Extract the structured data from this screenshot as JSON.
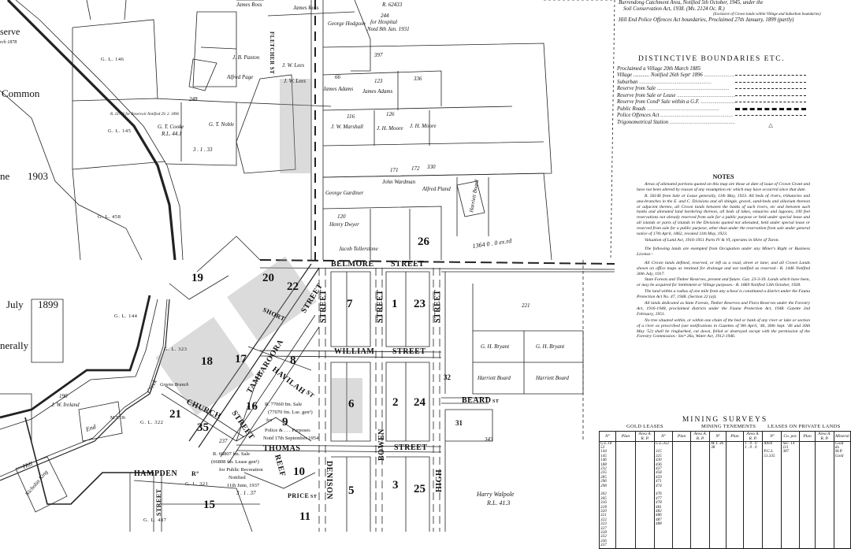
{
  "map": {
    "edge_labels": {
      "reserve": "serve",
      "reserve_date": "rch 1878",
      "common": "Common",
      "ne1903": "ne",
      "y1903": "1903",
      "july": "July",
      "y1899": "1899",
      "generally": "nerally"
    },
    "grazing_leases": [
      "G. L. 146",
      "G. L. 145",
      "G. L. 458",
      "G. L. 144",
      "G. L. 323",
      "G. L. 322",
      "G. L. 321",
      "G. L. 487"
    ],
    "sections": [
      "15",
      "16",
      "17",
      "18",
      "19",
      "20",
      "21",
      "35",
      "8",
      "9",
      "10",
      "11",
      "5",
      "6",
      "7",
      "1",
      "2",
      "3",
      "22",
      "23",
      "24",
      "25",
      "26",
      "32",
      "31"
    ],
    "streets": {
      "belmore": "BELMORE",
      "belmore_street": "STREET",
      "william": "WILLIAM",
      "william_street": "STREET",
      "thomas": "THOMAS",
      "thomas_street": "STREET",
      "beard": "BEARD",
      "beard_st": "ST",
      "tambaroora": "TAMBAROORA",
      "tambaroora_street": "STREET",
      "havilah": "HAVILAH",
      "havilah_st": "ST",
      "church": "CHURCH",
      "short": "SHORT",
      "reef": "REEF",
      "reef_street": "STREET",
      "price": "PRICE",
      "price_st": "ST",
      "denison": "DENISON",
      "bowen": "BOWEN",
      "high": "HIGH",
      "street_v1": "STREET",
      "street_v2": "STREET",
      "street_v3": "STREET",
      "hampden": "HAMPDEN",
      "hampden_rd": "Rº",
      "hampden_street": "STREET",
      "fletcher": "FLETCHER ST"
    },
    "features": {
      "creek": "Creek",
      "greens_branch": "Greens Branch",
      "hill": "Hill",
      "end": "End",
      "mt": "M.T. 36",
      "road_ex": "1364  0 . 0  ex.rd"
    },
    "parcels": {
      "james_ross_1": "James Ross",
      "james_ross_2": "James Ross",
      "paxton": "J. B. Paxton",
      "page": "Alfred Page",
      "lees_1": "J. W. Lees",
      "lees_2": "J. W. Lees",
      "adams_1": "James Adams",
      "adams_2": "James Adams",
      "marshall": "J. W. Marshall",
      "moore_1": "J. H. Moore",
      "moore_2": "J. H. Moore",
      "cooke": "G. T. Cooke",
      "cooke_rl": "R.L. 44.1",
      "noble": "G. T. Noble",
      "gardiner": "George Gardiner",
      "wardman": "John Wardman",
      "pland": "Alfred Pland",
      "dwyer": "Henry Dwyer",
      "tollerstone": "Jacob Tollerstone",
      "hodgson": "George Hodgson",
      "hospital_no": "244",
      "hospital": "for Hospital",
      "hospital_date": "Notd 8th Jan. 1931",
      "r62433": "R. 62433",
      "walpole": "Harry Walpole",
      "walpole_rl": "R.L. 41.3",
      "bryant_1": "G. H. Bryant",
      "bryant_2": "G. H. Bryant",
      "board_1": "Harriett Board",
      "board_2": "Harriett Board",
      "board_3": "Harriett Board",
      "ireland": "J. W. Ireland",
      "king": "Nicholas King",
      "reservoir": "R. 23776 for Reservoir Notified 29. 2. 1896",
      "p221": "221",
      "p343": "343",
      "p397": "397",
      "p66": "66",
      "p123": "123",
      "p336": "336",
      "p116": "116",
      "p126": "126",
      "p171": "171",
      "p172": "172",
      "p330": "330",
      "p120": "120",
      "p237": "237",
      "p190": "190",
      "p248": "248",
      "area_1": "3 . 1 . 33",
      "area_2": "3 . 1 . 37",
      "r77060_1": "R. 77060 fm. Sale",
      "r77060_2": "(77070 fm. Lse. gen¹)",
      "r77060_3": "for",
      "r77060_4": "Police & . . . Purposes",
      "r77060_5": "Notd 17th September 1954",
      "r66807_1": "R. 66807 fm. Sale",
      "r66807_2": "(66808 fm. Lease gen¹)",
      "r66807_3": "for Public Recreation",
      "r66807_4": "Notified",
      "r66807_5": "11th June, 1937"
    }
  },
  "header_notes": [
    "Burrendong Catchment Area, Notified 5th October, 1945, under the",
    "Soil Conservation Act, 1938. (Ms. 2124 Oc. R.)",
    "(Exclusive of Crown lands within Village and Suburban boundaries)",
    "Hill End Police Offences Act boundaries, Proclaimed 27th January, 1899 (partly)"
  ],
  "boundaries": {
    "title": "DISTINCTIVE BOUNDARIES ETC.",
    "proclaimed": "Proclaimed a Village 20th March 1885",
    "rows": [
      {
        "label": "Village ............ Notified 26th Septʳ 1896",
        "style": "dash"
      },
      {
        "label": "Suburban",
        "style": "dash"
      },
      {
        "label": "Reserve from Sale",
        "style": "dash"
      },
      {
        "label": "Reserve from Sale or Lease",
        "style": "dash"
      },
      {
        "label": "Reserve from Cond¹ Sale within a G.F.",
        "style": "dash"
      },
      {
        "label": "Public Roads",
        "style": "thick"
      },
      {
        "label": "Police Offences Act",
        "style": "dash"
      },
      {
        "label": "Trigonometrical Station",
        "style": "triangle"
      }
    ],
    "triangle": "△"
  },
  "notes": {
    "title": "NOTES",
    "paragraphs": [
      "Areas of alienated portions quoted on this map are those at date of issue of Crown Grant and have not been altered by reason of any resumption etc which may have occurred since that date.",
      "R. 56146 from Sale or Lease generally, 11th May, 1923. All beds of rivers, tributaries and ana-branches in the E. and C. Divisions and all shingle, gravel, sand-beds and alluvium thereon or adjacent thereto, all Crown lands between the banks of such rivers, etc and between such banks and alienated land bordering thereon, all beds of lakes, estuaries and lagoons, 100 feet reservations not already reserved from sale for a public purpose or held under special lease and all islands or parts of islands in the Divisions quoted not alienated, held under special lease or reserved from sale for a public purpose, other than under the reservation from sale under general notice of 17th April, 1862, revoked 11th May, 1923.",
      "Valuation of Land Act, 1916-1951 Parts IV & VI, operates in Shire of Turon.",
      "The following lands are exempted from Occupation under any Miner's Right or Business License:-",
      "All Crown lands defined, reserved, or left as a road, street or lane; and all Crown Lands shown on office maps as retained for drainage and not notified as reserved.- R. 1446 Notified 30th July, 1917.",
      "State Forests and Timber Reserves, present and future. Gaz. 23-3-39. Lands which have been, or may be acquired for Settlement or Village purposes.- R. 1869 Notified 13th October, 1928.",
      "The land within a radius of one mile from any school is constituted a district under the Fauna Protection Act No. 47, 1948. (Section 22 (a)).",
      "All lands dedicated as State Forests, Timber Reserves and Flora Reserves under the Forestry Act, 1916-1948, proclaimed districts under the Fauna Protection Act, 1948. Gazette 2nd February, 1951.",
      "No tree situated within, or within one chain of the bed or bank of any river or lake or section of a river as prescribed (see notifications in Gazettes of 9th April, '46, 30th Sept. '46 and 30th May '52) shall be ringbarked, cut down, felled or destroyed except with the permission of the Forestry Commission.- Secⁿ 26a, Water Act, 1912-1946."
    ]
  },
  "mining": {
    "title": "MINING   SURVEYS",
    "gold_leases": "GOLD LEASES",
    "mining_tenements": "MINING TENEMENTS",
    "private_lands": "LEASES ON PRIVATE LANDS",
    "columns": [
      "Nº",
      "Plan",
      "Area A. R. P.",
      "Nº",
      "Plan",
      "Area A. R. P.",
      "Nº",
      "Plan",
      "Area A. R. P.",
      "Nº",
      "Co. por.",
      "Plan",
      "Area A. R. P.",
      "Mineral"
    ],
    "col_gl_no": "G.L.18\n53\n144\n145\n146\n188\n232\n235\n285\n296\n298\n\n302\n305\n316\n318\n320\n321\n322\n323\n327\n328\n332\n336\n337",
    "col_gl_no2": "G.L.352\n\n315\n325\n430\n436\n437\n458\n459\n471\n474\n\n476\n477\n478\n481\n482\n486\n487\n488",
    "col_mt_no": "M.T. 36\n38",
    "col_mt_area": "1 . 0 . 0\n1 . 0 . 0",
    "col_pl_no": "Allen\n\nP.G.L.\n51.335",
    "col_pl_por": "Sec. 14\n111\n387",
    "col_pl_mineral": "Gold\ndo\nM.P.\nGold"
  },
  "colors": {
    "ink": "#111111",
    "paper": "#ffffff"
  }
}
